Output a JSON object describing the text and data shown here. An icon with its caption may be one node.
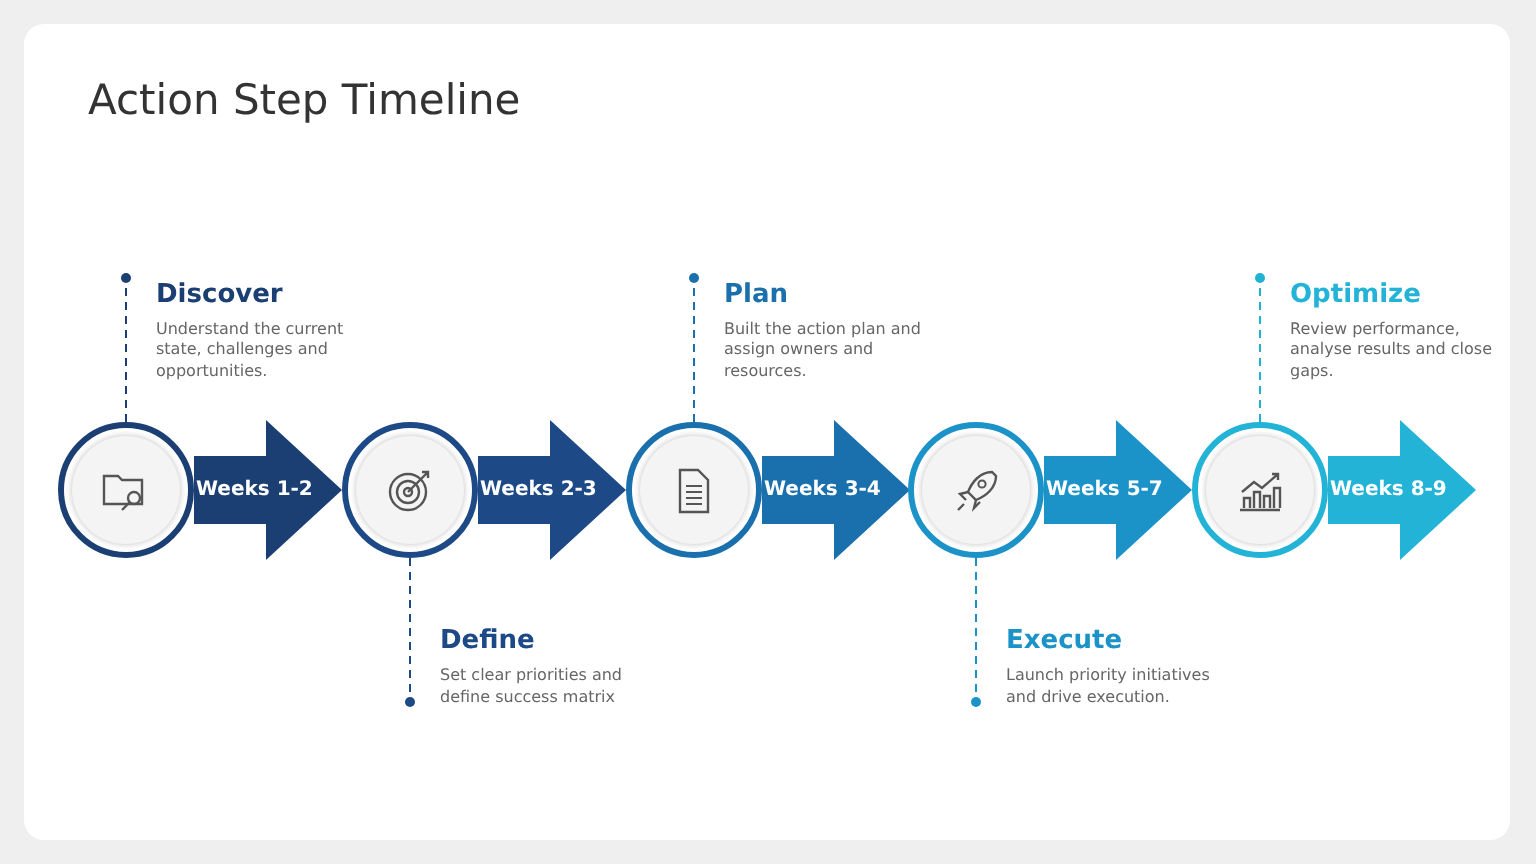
{
  "diagram": {
    "title": "Action Step Timeline",
    "nodes": [
      {
        "text": [
          "Weeks 1-2"
        ]
      },
      {
        "text": [],
        "shape": "circle"
      },
      {
        "text": [
          "Discover",
          "Understand the current state, challenges and opportunities."
        ]
      },
      {
        "text": [
          "Weeks 2-3"
        ]
      },
      {
        "text": [],
        "shape": "circle"
      },
      {
        "text": [
          "Define",
          "Set clear priorities and define success matrix"
        ]
      },
      {
        "text": [
          "Weeks 3-4"
        ]
      },
      {
        "text": [],
        "shape": "circle"
      },
      {
        "text": [
          "Plan",
          "Built the action plan and assign owners and resources."
        ]
      },
      {
        "text": [
          "Weeks 5-7"
        ]
      },
      {
        "text": [],
        "shape": "circle"
      },
      {
        "text": [
          "Execute",
          "Launch priority initiatives and drive execution."
        ]
      },
      {
        "text": [
          "Weeks 8-9"
        ]
      },
      {
        "text": [],
        "shape": "circle"
      },
      {
        "text": [
          "Optimize",
          "Review performance, analyse results and close gaps."
        ]
      }
    ],
    "edges": [
      {
        "from": 1,
        "to": 2,
        "arrow": "other",
        "style": "dashed",
        "color": "#1b3f73"
      },
      {
        "from": 4,
        "to": 5,
        "arrow": "other",
        "style": "dashed",
        "color": "#1d4a86"
      },
      {
        "from": 7,
        "to": 8,
        "arrow": "other",
        "style": "dashed",
        "color": "#1a6fad"
      },
      {
        "from": 10,
        "to": 11,
        "arrow": "other",
        "style": "dashed",
        "color": "#1b93c8"
      },
      {
        "from": 13,
        "to": 14,
        "arrow": "other",
        "style": "dashed",
        "color": "#22b0d3"
      }
    ]
  }
}
